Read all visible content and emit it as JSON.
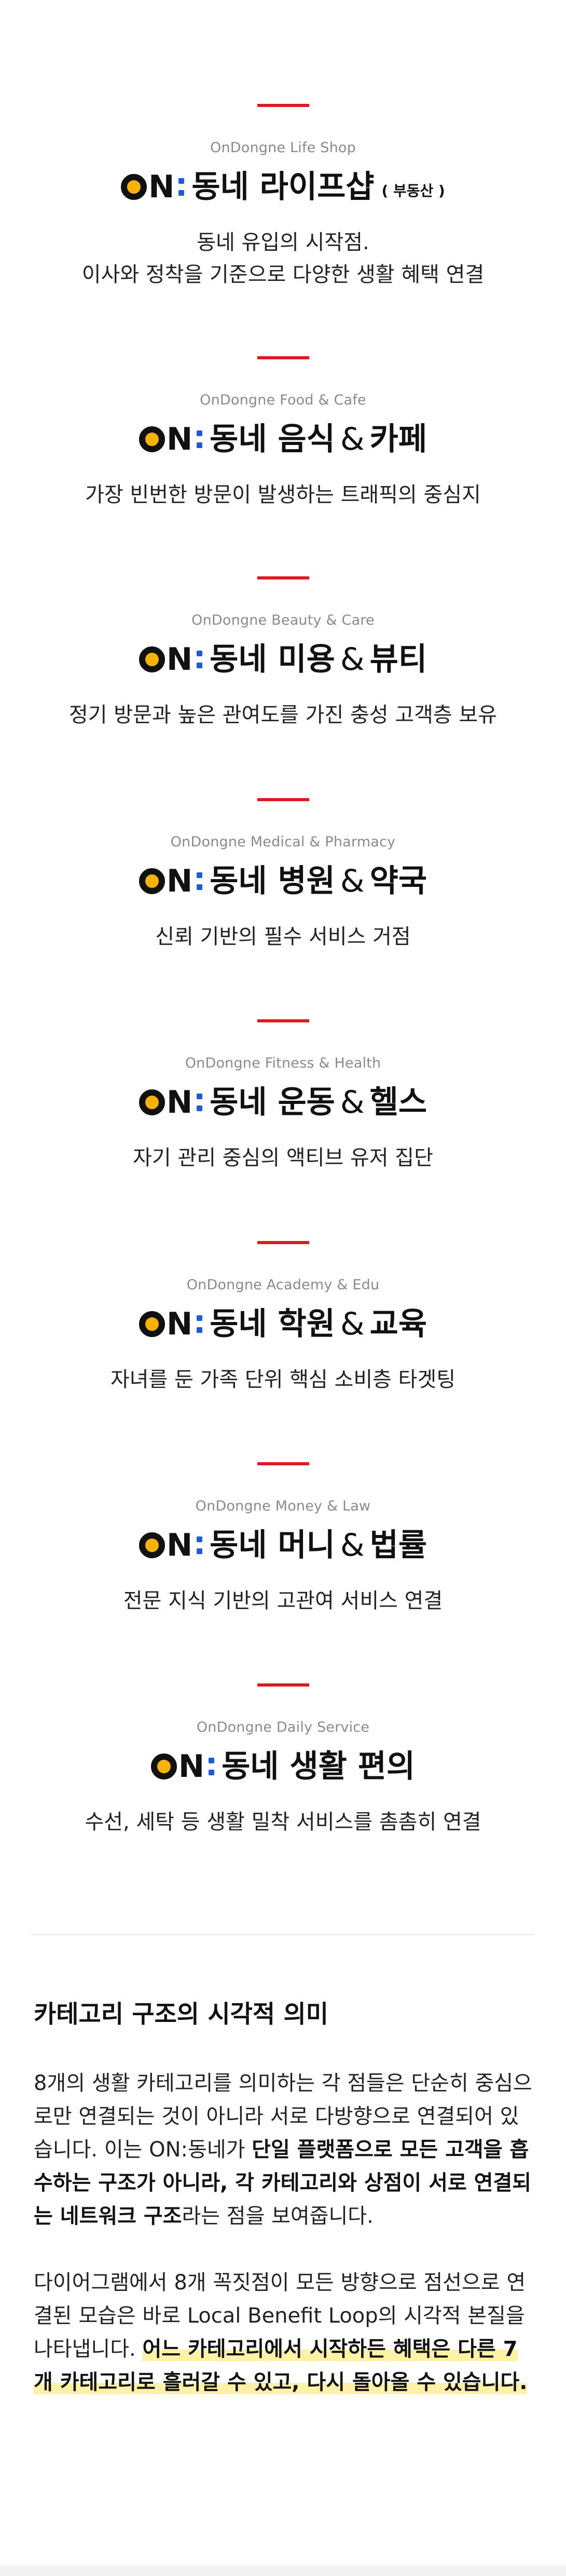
{
  "categories": [
    {
      "subtitle": "OnDongne Life Shop",
      "logo_n": "N",
      "title_main": "동네 라이프샵",
      "amp": "",
      "title_second": "",
      "title_paren": "( 부동산 )",
      "desc": "동네 유입의 시작점.\n이사와 정착을 기준으로 다양한 생활 혜택 연결"
    },
    {
      "subtitle": "OnDongne Food & Cafe",
      "logo_n": "N",
      "title_main": "동네 음식",
      "amp": "&",
      "title_second": "카페",
      "title_paren": "",
      "desc": "가장 빈번한 방문이 발생하는 트래픽의 중심지"
    },
    {
      "subtitle": "OnDongne Beauty & Care",
      "logo_n": "N",
      "title_main": "동네 미용",
      "amp": "&",
      "title_second": "뷰티",
      "title_paren": "",
      "desc": "정기 방문과 높은 관여도를 가진 충성 고객층 보유"
    },
    {
      "subtitle": "OnDongne Medical & Pharmacy",
      "logo_n": "N",
      "title_main": "동네 병원",
      "amp": "&",
      "title_second": "약국",
      "title_paren": "",
      "desc": "신뢰 기반의 필수 서비스 거점"
    },
    {
      "subtitle": "OnDongne Fitness & Health",
      "logo_n": "N",
      "title_main": "동네 운동",
      "amp": "&",
      "title_second": "헬스",
      "title_paren": "",
      "desc": "자기 관리 중심의 액티브 유저 집단"
    },
    {
      "subtitle": "OnDongne Academy & Edu",
      "logo_n": "N",
      "title_main": "동네 학원",
      "amp": "&",
      "title_second": "교육",
      "title_paren": "",
      "desc": "자녀를 둔 가족 단위 핵심 소비층 타겟팅"
    },
    {
      "subtitle": "OnDongne Money & Law",
      "logo_n": "N",
      "title_main": "동네 머니",
      "amp": "&",
      "title_second": "법률",
      "title_paren": "",
      "desc": "전문 지식 기반의 고관여 서비스 연결"
    },
    {
      "subtitle": "OnDongne Daily Service",
      "logo_n": "N",
      "title_main": "동네 생활 편의",
      "amp": "",
      "title_second": "",
      "title_paren": "",
      "desc": "수선, 세탁 등 생활 밀착 서비스를 촘촘히 연결"
    }
  ],
  "colors": {
    "accent_red": "#e0171f",
    "logo_yellow": "#f6b300",
    "logo_blue": "#1d5bd8",
    "highlight_yellow": "#fff1a8"
  },
  "section": {
    "heading": "카테고리 구조의 시각적 의미",
    "p1_a": "8개의 생활 카테고리를 의미하는 각 점들은 단순히 중심으로만 연결되는 것이 아니라 서로 다방향으로 연결되어 있습니다. 이는 ON:동네가 ",
    "p1_b": "단일 플랫폼으로 모든 고객을 흡수하는 구조가 아니라, 각 카테고리와 상점이 서로 연결되는 네트워크 구조",
    "p1_c": "라는 점을 보여줍니다.",
    "p2_a": "다이어그램에서 8개 꼭짓점이 모든 방향으로 점선으로 연결된 모습은 바로 Local Benefit Loop의 시각적 본질을 나타냅니다. ",
    "p2_b": "어느 카테고리에서 시작하든 혜택은 다른 7개 카테고리로 흘러갈 수 있고, 다시 돌아올 수 있습니다."
  }
}
